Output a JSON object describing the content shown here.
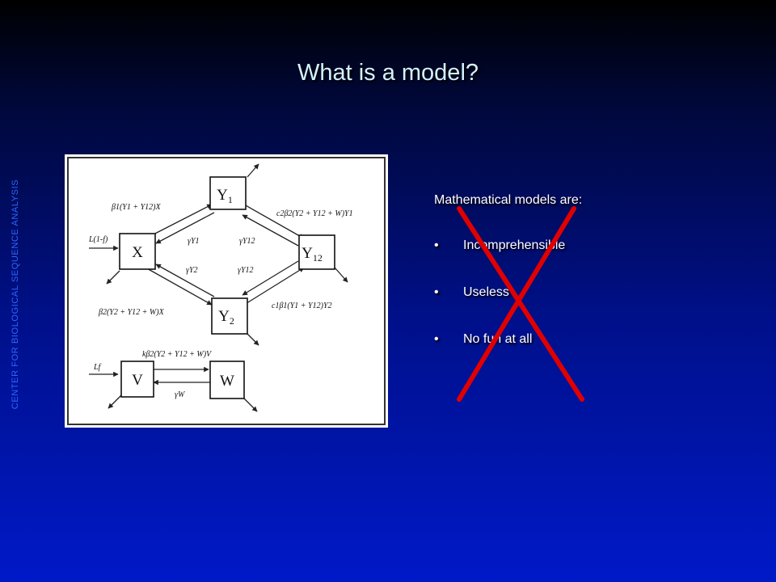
{
  "slide": {
    "title": "What is a model?",
    "side_label": "CENTER FOR BIOLOGICAL SEQUENCE ANALYSIS"
  },
  "diagram": {
    "nodes": {
      "X": "X",
      "Y1": "Y",
      "Y1_sub": "1",
      "Y12": "Y",
      "Y12_sub": "12",
      "Y2": "Y",
      "Y2_sub": "2",
      "V": "V",
      "W": "W"
    },
    "labels": {
      "inflow_x": "L(1-f)",
      "inflow_v": "Lf",
      "x_to_y1": "β1(Y1 + Y12)X",
      "y1_y12": "c2β2(Y2 + Y12 + W)Y1",
      "x_to_y2": "β2(Y2 + Y12 + W)X",
      "y2_y12": "c1β1(Y1 + Y12)Y2",
      "v_to_w": "kβ2(Y2 + Y12 + W)V",
      "gamma_y1": "γY1",
      "gamma_y12_top": "γY12",
      "gamma_y2": "γY2",
      "gamma_y12_bottom": "γY12",
      "gamma_w": "γW"
    }
  },
  "text": {
    "heading": "Mathematical models are:",
    "bullet_char": "•",
    "bullets": [
      "Incomprehensible",
      "Useless",
      "No fun at all"
    ]
  },
  "colors": {
    "title": "#d4f1ff",
    "side_label": "#2f64ff",
    "cross": "#e00000"
  }
}
